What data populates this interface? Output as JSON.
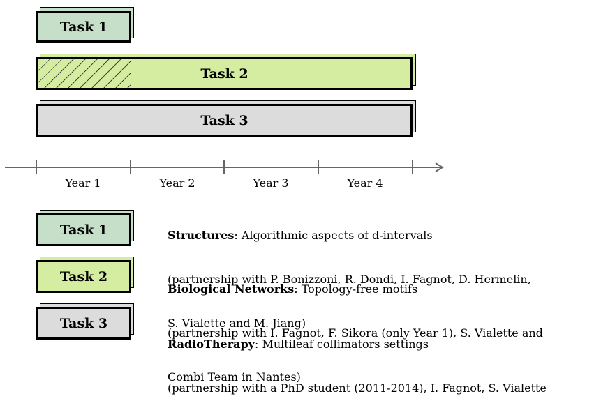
{
  "timeline": {
    "tasks": [
      {
        "label": "Task 1"
      },
      {
        "label": "Task 2"
      },
      {
        "label": "Task 3"
      }
    ],
    "years": [
      "Year 1",
      "Year 2",
      "Year 3",
      "Year 4"
    ]
  },
  "legend": [
    {
      "task": "Task 1",
      "title": "Structures",
      "subtitle": ": Algorithmic aspects of d-intervals",
      "lines": [
        "(partnership with P. Bonizzoni, R. Dondi, I. Fagnot, D. Hermelin,",
        "S. Vialette and M. Jiang)"
      ]
    },
    {
      "task": "Task 2",
      "title": "Biological Networks",
      "subtitle": ": Topology-free motifs",
      "lines": [
        "(partnership with I. Fagnot, F. Sikora (only Year 1), S. Vialette and",
        "Combi Team in Nantes)"
      ]
    },
    {
      "task": "Task 3",
      "title": "RadioTherapy",
      "subtitle": ": Multileaf collimators settings",
      "lines": [
        "(partnership with a PhD student (2011-2014), I. Fagnot, S. Vialette"
      ]
    }
  ],
  "colors": {
    "task1": "#c6dfc9",
    "task2": "#d5eda0",
    "task3": "#dcdcdc"
  }
}
